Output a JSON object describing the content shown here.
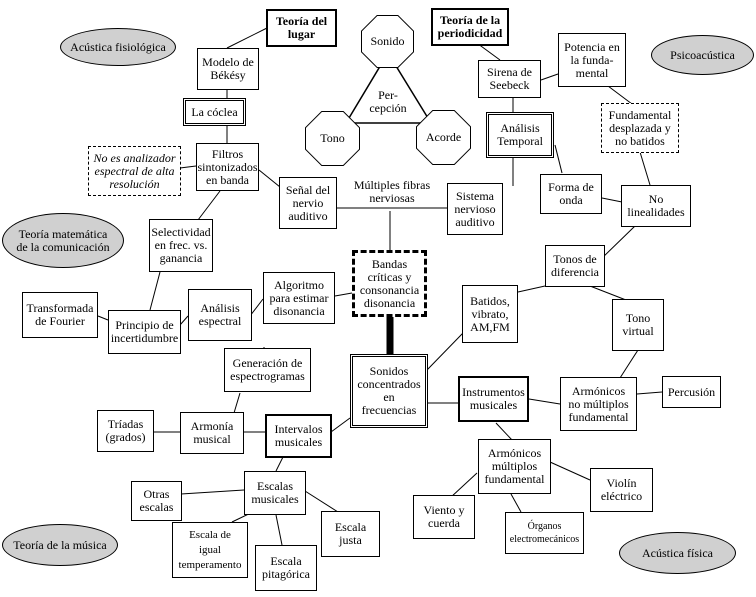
{
  "nodes": {
    "acustica_fisiologica": "Acústica fisiológica",
    "teoria_lugar": "Teoría del\nlugar",
    "sonido": "Sonido",
    "teoria_periodicidad": "Teoría de la\nperiodicidad",
    "potencia_fundamental": "Potencia en\nla funda-\nmental",
    "psicoacustica": "Psicoacústica",
    "modelo_bekesy": "Modelo de\nBékésy",
    "sirena_seebeck": "Sirena de\nSeebeck",
    "percepcion": "Per-\ncepción",
    "la_coclea": "La cóclea",
    "analisis_temporal": "Análisis\nTemporal",
    "fundamental_desplazada": "Fundamental\ndesplazada y\nno batidos",
    "tono": "Tono",
    "acorde": "Acorde",
    "no_analizador": "No es analizador\nespectral de alta\nresolución",
    "filtros_sintonizados": "Filtros\nsintonizados\nen banda",
    "senal_nervio": "Señal del\nnervio\nauditivo",
    "multiples_fibras": "Múltiples fibras\nnerviosas",
    "sistema_nervioso": "Sistema\nnervioso\nauditivo",
    "forma_onda": "Forma de\nonda",
    "no_linealidades": "No\nlinealidades",
    "teoria_matematica": "Teoría matemática\nde la comunicación",
    "selectividad": "Selectividad\nen frec. vs.\nganancia",
    "bandas_criticas": "Bandas\ncríticas y\nconsonancia\ndisonancia",
    "tonos_diferencia": "Tonos de\ndiferencia",
    "algoritmo": "Algoritmo\npara estimar\ndisonancia",
    "batidos": "Batidos,\nvibrato,\nAM,FM",
    "transformada_fourier": "Transformada\nde Fourier",
    "analisis_espectral": "Análisis\nespectral",
    "principio_incertidumbre": "Principio de\nincertidumbre",
    "tono_virtual": "Tono\nvirtual",
    "generacion_espectrogramas": "Generación de\nespectrogramas",
    "sonidos_concentrados": "Sonidos\nconcentrados\nen\nfrecuencias",
    "instrumentos_musicales": "Instrumentos\nmusicales",
    "armonicos_no_multiplos": "Armónicos\nno múltiplos\nfundamental",
    "percusion": "Percusión",
    "triadas": "Tríadas\n(grados)",
    "armonia_musical": "Armonía\nmusical",
    "intervalos_musicales": "Intervalos\nmusicales",
    "armonicos_multiplos": "Armónicos\nmúltiplos\nfundamental",
    "otras_escalas": "Otras\nescalas",
    "escalas_musicales": "Escalas\nmusicales",
    "violin_electrico": "Violín\neléctrico",
    "viento_cuerda": "Viento y\ncuerda",
    "escala_justa": "Escala\njusta",
    "escala_igual": "Escala de\nigual\ntemperamento",
    "organos": "Órganos\nelectromecánicos",
    "escala_pitagorica": "Escala\npitagórica",
    "teoria_musica": "Teoría de la música",
    "acustica_fisica": "Acústica física"
  }
}
